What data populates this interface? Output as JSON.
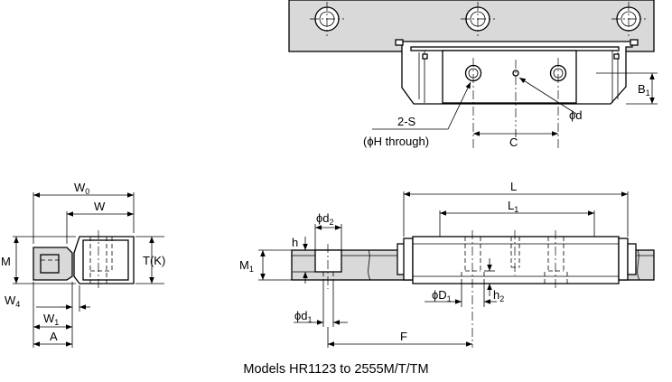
{
  "caption": "Models HR1123 to 2555M/T/TM",
  "top_view": {
    "labels": {
      "two_s": "2-S",
      "through": "(ϕH through)",
      "c": "C",
      "d": "ϕd",
      "b1_main": "B",
      "b1_sub": "1"
    }
  },
  "end_view": {
    "labels": {
      "w0_main": "W",
      "w0_sub": "0",
      "w": "W",
      "m": "M",
      "t_k": "T(K)",
      "w4_main": "W",
      "w4_sub": "4",
      "w1_main": "W",
      "w1_sub": "1",
      "a": "A"
    }
  },
  "side_view": {
    "labels": {
      "l": "L",
      "l1_main": "L",
      "l1_sub": "1",
      "d2_main": "ϕd",
      "d2_sub": "2",
      "h": "h",
      "m1_main": "M",
      "m1_sub": "1",
      "dd1_main": "ϕD",
      "dd1_sub": "1",
      "h2_main": "h",
      "h2_sub": "2",
      "d1_main": "ϕd",
      "d1_sub": "1",
      "f": "F"
    }
  },
  "colors": {
    "rail_fill": "#d9d9d9",
    "line": "#000000",
    "background": "#ffffff"
  }
}
